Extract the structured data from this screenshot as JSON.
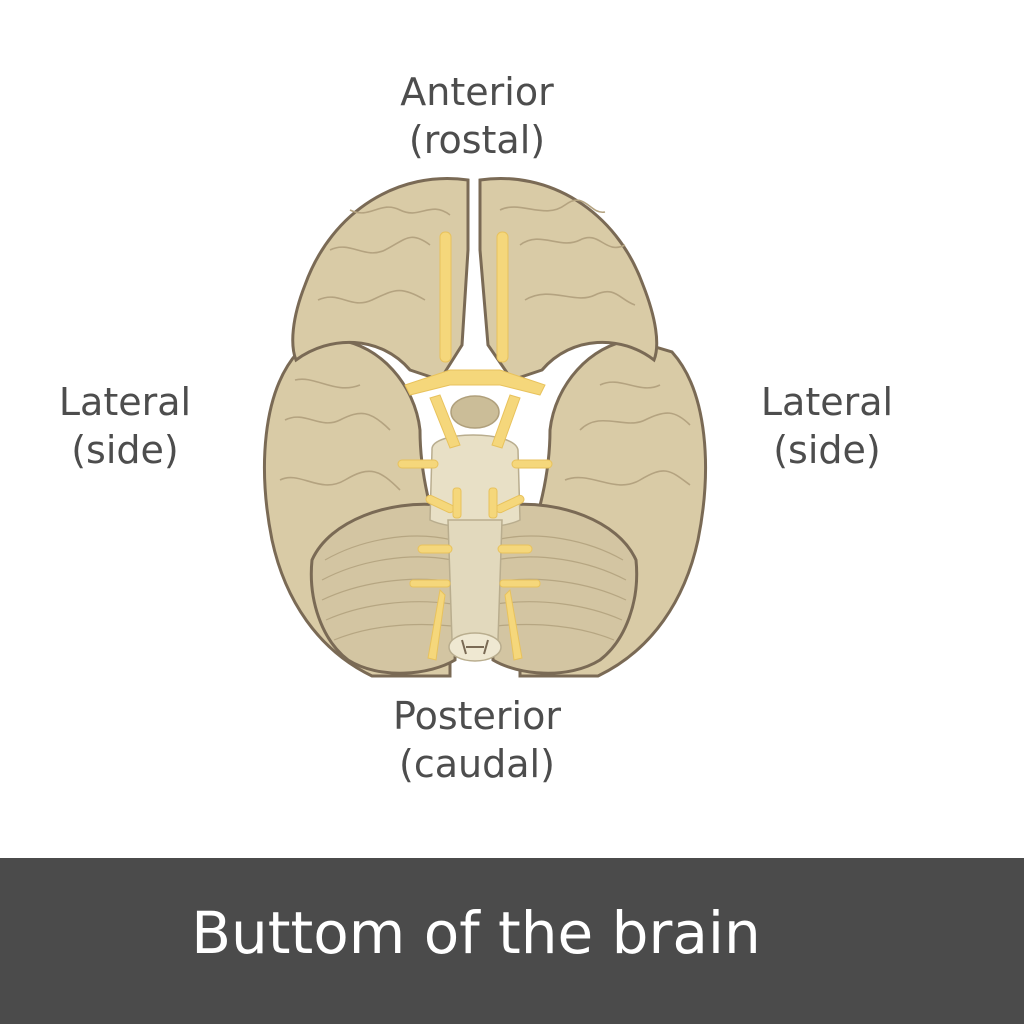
{
  "labels": {
    "anterior": {
      "line1": "Anterior",
      "line2": "(rostal)"
    },
    "posterior": {
      "line1": "Posterior",
      "line2": "(caudal)"
    },
    "lateral_left": {
      "line1": "Lateral",
      "line2": "(side)"
    },
    "lateral_right": {
      "line1": "Lateral",
      "line2": "(side)"
    }
  },
  "footer": {
    "title": "Buttom of the brain"
  },
  "colors": {
    "cortex": "#d9cba6",
    "outline": "#7a6a55",
    "nerve": "#f5d77b",
    "brainstem": "#e8e0c6",
    "cerebellum": "#d3c5a2",
    "footer": "#4b4b4b"
  }
}
